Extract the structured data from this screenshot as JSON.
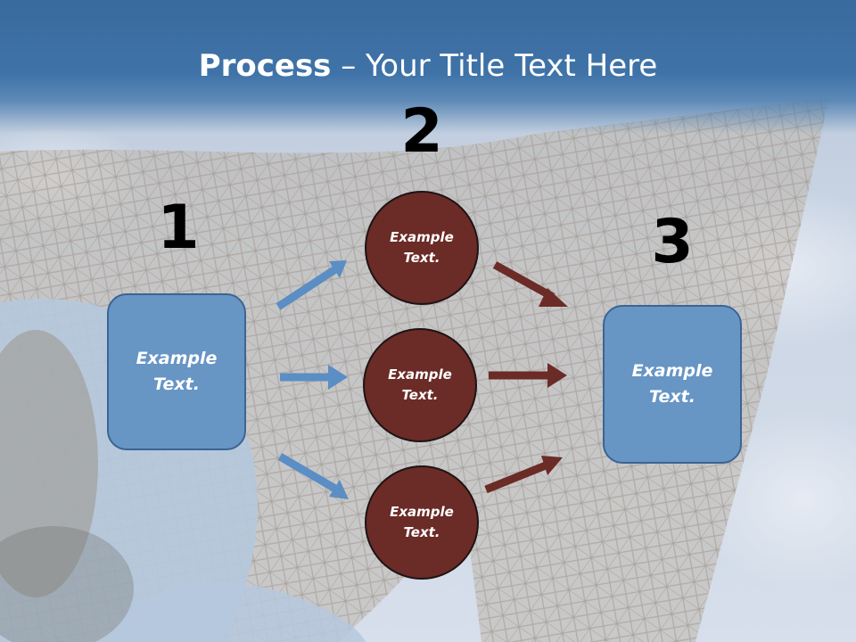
{
  "title": {
    "bold": "Process",
    "rest": " – Your Title Text Here"
  },
  "numbers": {
    "n1": "1",
    "n2": "2",
    "n3": "3"
  },
  "input_box": {
    "text": "Example Text."
  },
  "circles": [
    {
      "text": "Example Text."
    },
    {
      "text": "Example Text."
    },
    {
      "text": "Example Text."
    }
  ],
  "output_box": {
    "text": "Example Text."
  },
  "colors": {
    "title_band": "#3f73a8",
    "box_fill": "#6795c4",
    "circle_fill": "#6b2b26",
    "left_arrow": "#5a8ec4",
    "right_arrow": "#6b2b26"
  }
}
